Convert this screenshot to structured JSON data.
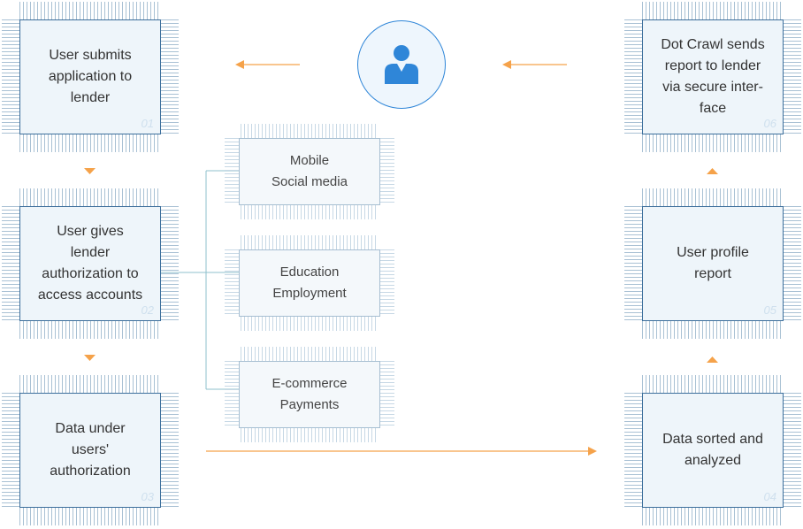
{
  "colors": {
    "chip_border": "#3d6f9c",
    "chip_fill": "#eef5fa",
    "arrow": "#f5a24a",
    "connector": "#8fc1cc",
    "avatar_blue": "#2f86d8",
    "step_number": "#cfe0ee"
  },
  "steps": [
    {
      "label": "User submits\napplication to\nlender",
      "number": "01"
    },
    {
      "label": "User gives\nlender\nauthorization to\naccess accounts",
      "number": "02"
    },
    {
      "label": "Data under\nusers'\nauthorization",
      "number": "03"
    },
    {
      "label": "Data sorted and\nanalyzed",
      "number": "04"
    },
    {
      "label": "User profile\nreport",
      "number": "05"
    },
    {
      "label": "Dot Crawl sends\nreport to lender\nvia secure inter-\nface",
      "number": "06"
    }
  ],
  "sources": [
    {
      "label": "Mobile\nSocial media"
    },
    {
      "label": "Education\nEmployment"
    },
    {
      "label": "E-commerce\nPayments"
    }
  ],
  "center_icon": "user-avatar-icon"
}
